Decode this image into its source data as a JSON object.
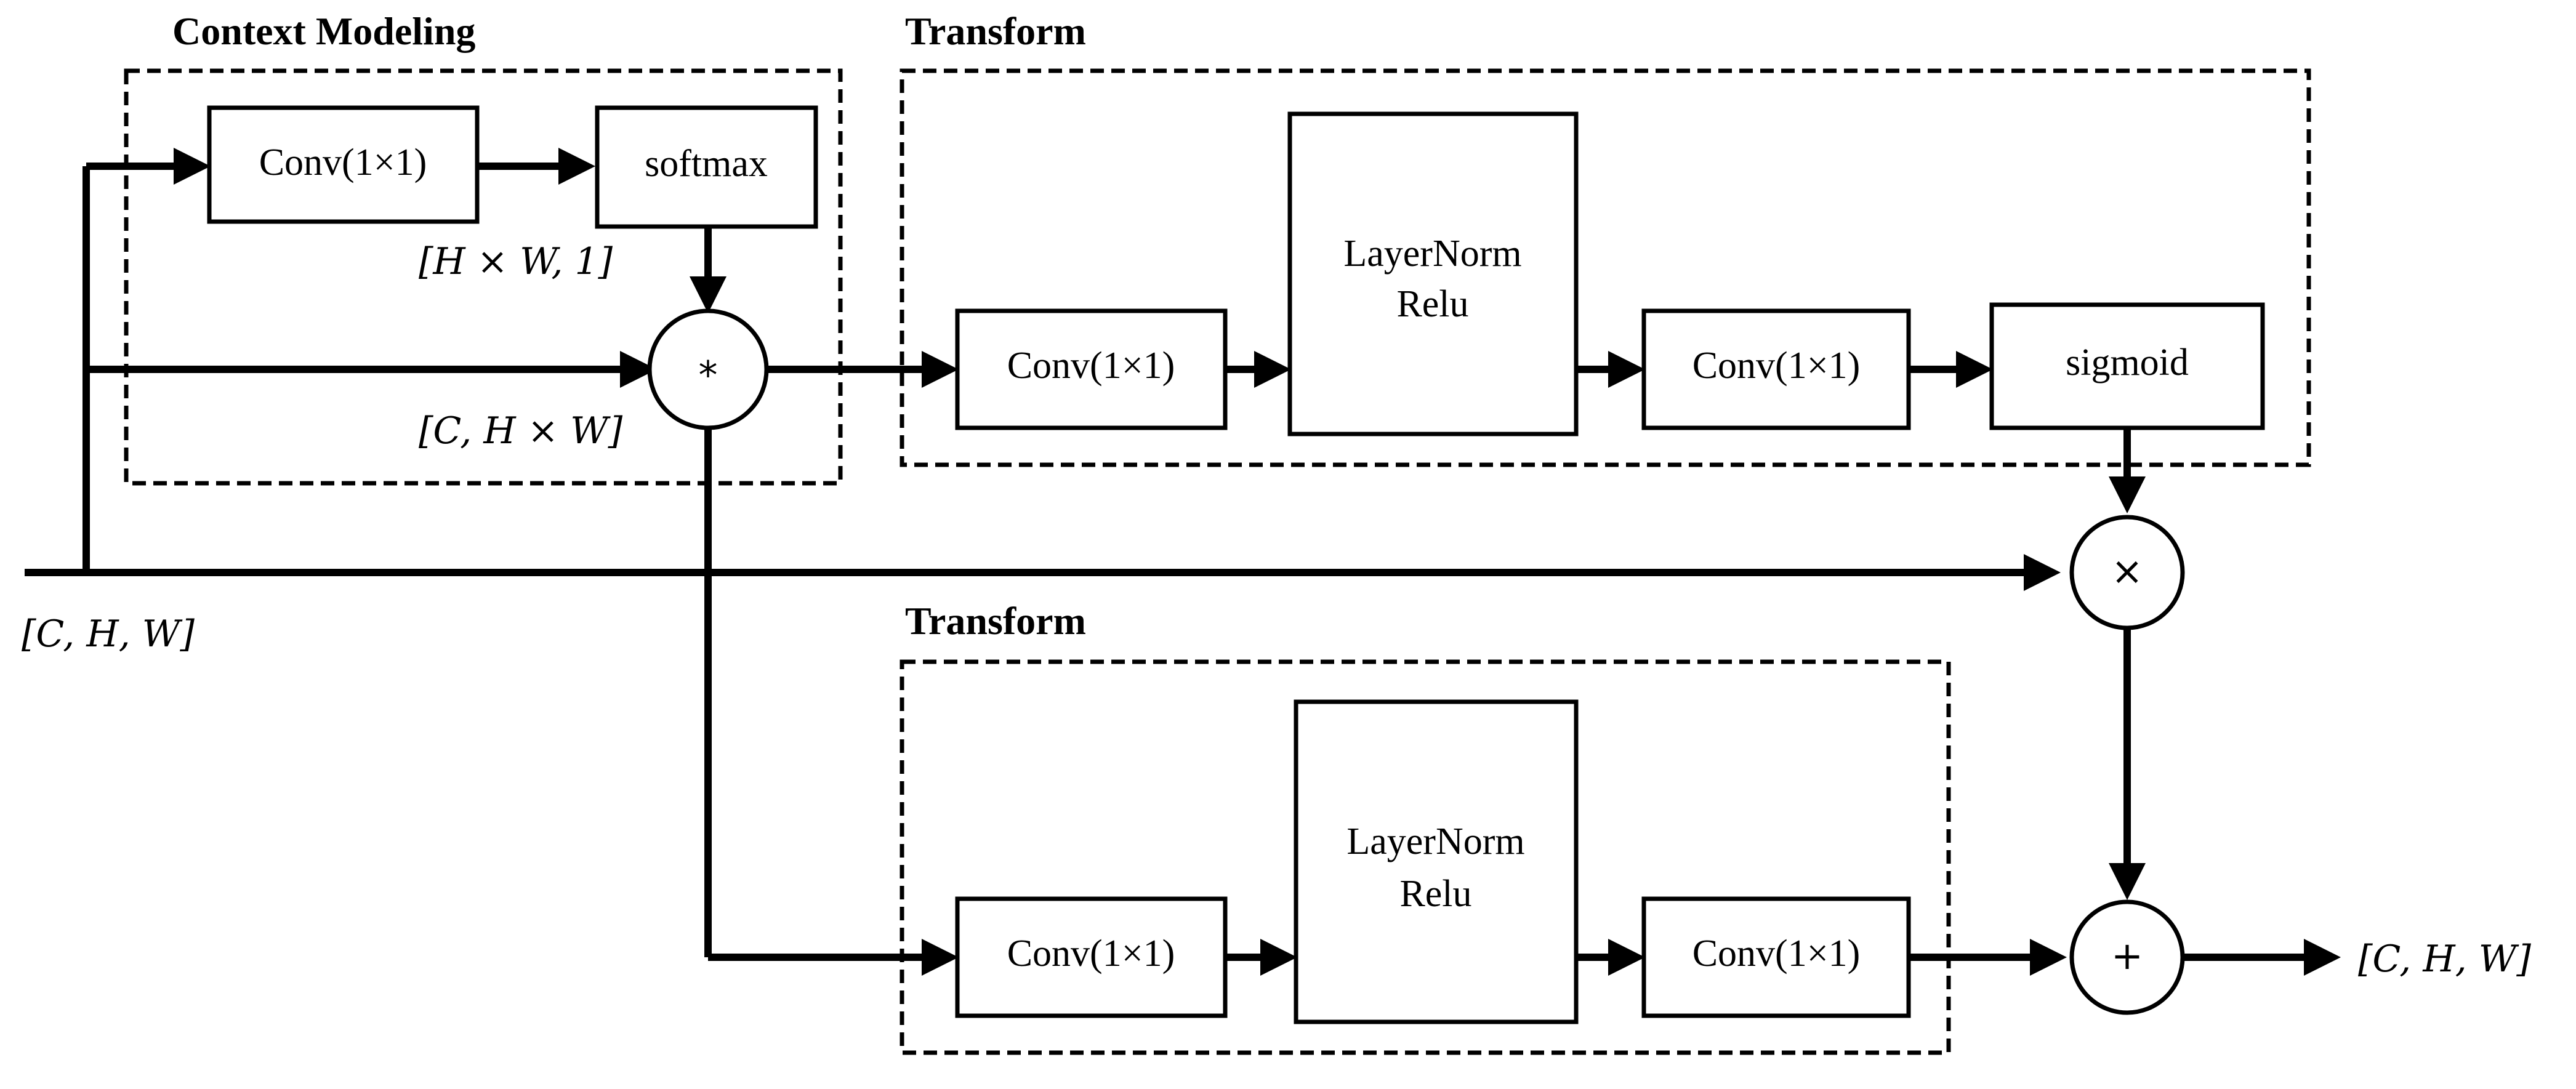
{
  "groups": {
    "context_modeling": "Context Modeling",
    "transform_top": "Transform",
    "transform_bottom": "Transform"
  },
  "blocks": {
    "cm_conv": "Conv(1×1)",
    "softmax": "softmax",
    "t1_conv_a": "Conv(1×1)",
    "t1_norm_line1": "LayerNorm",
    "t1_norm_line2": "Relu",
    "t1_conv_b": "Conv(1×1)",
    "sigmoid": "sigmoid",
    "t2_conv_a": "Conv(1×1)",
    "t2_norm_line1": "LayerNorm",
    "t2_norm_line2": "Relu",
    "t2_conv_b": "Conv(1×1)"
  },
  "dims": {
    "softmax_out": "[H × W, 1]",
    "feature_flat": "[C, H × W]",
    "input": "[C, H, W]",
    "output": "[C, H, W]"
  },
  "operators": {
    "matmul": "*",
    "multiply": "×",
    "add": "+"
  }
}
